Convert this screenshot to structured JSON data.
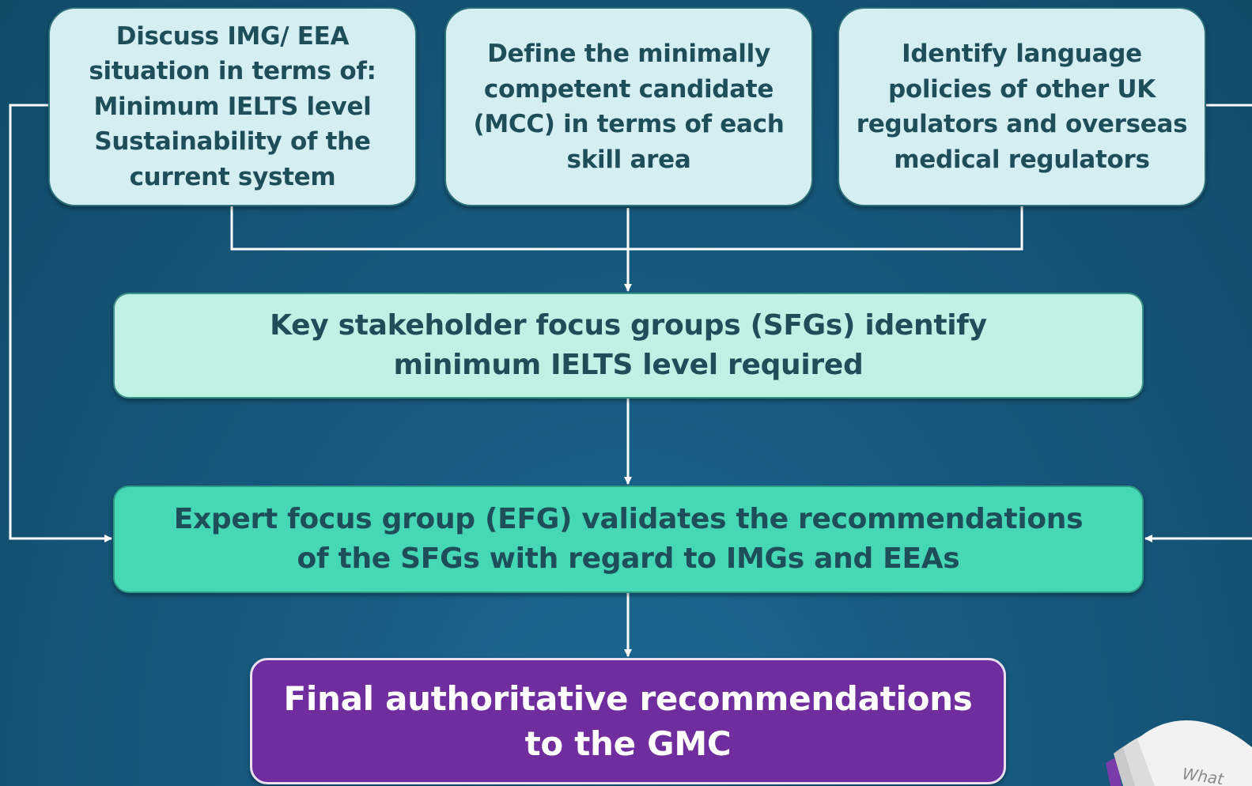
{
  "colors": {
    "background": "#175b80",
    "top_box_fill": "#d4eef2",
    "sfg_box_fill": "#bff2e4",
    "efg_box_fill": "#46d7b5",
    "final_box_fill": "#6f2d9e",
    "connector": "#ffffff"
  },
  "boxes": {
    "discuss": "Discuss IMG/ EEA\nsituation in terms of:\nMinimum IELTS level\nSustainability of the\ncurrent system",
    "define": "Define the minimally\ncompetent candidate\n(MCC) in terms of each\nskill area",
    "identify": "Identify language\npolicies of other UK\nregulators and overseas\nmedical regulators",
    "sfg": "Key stakeholder focus groups (SFGs)  identify\nminimum IELTS level required",
    "efg": "Expert focus group (EFG) validates the recommendations\nof the SFGs with regard to IMGs and EEAs",
    "final": "Final authoritative recommendations\nto the GMC"
  },
  "decoration": {
    "book_text": "What"
  }
}
